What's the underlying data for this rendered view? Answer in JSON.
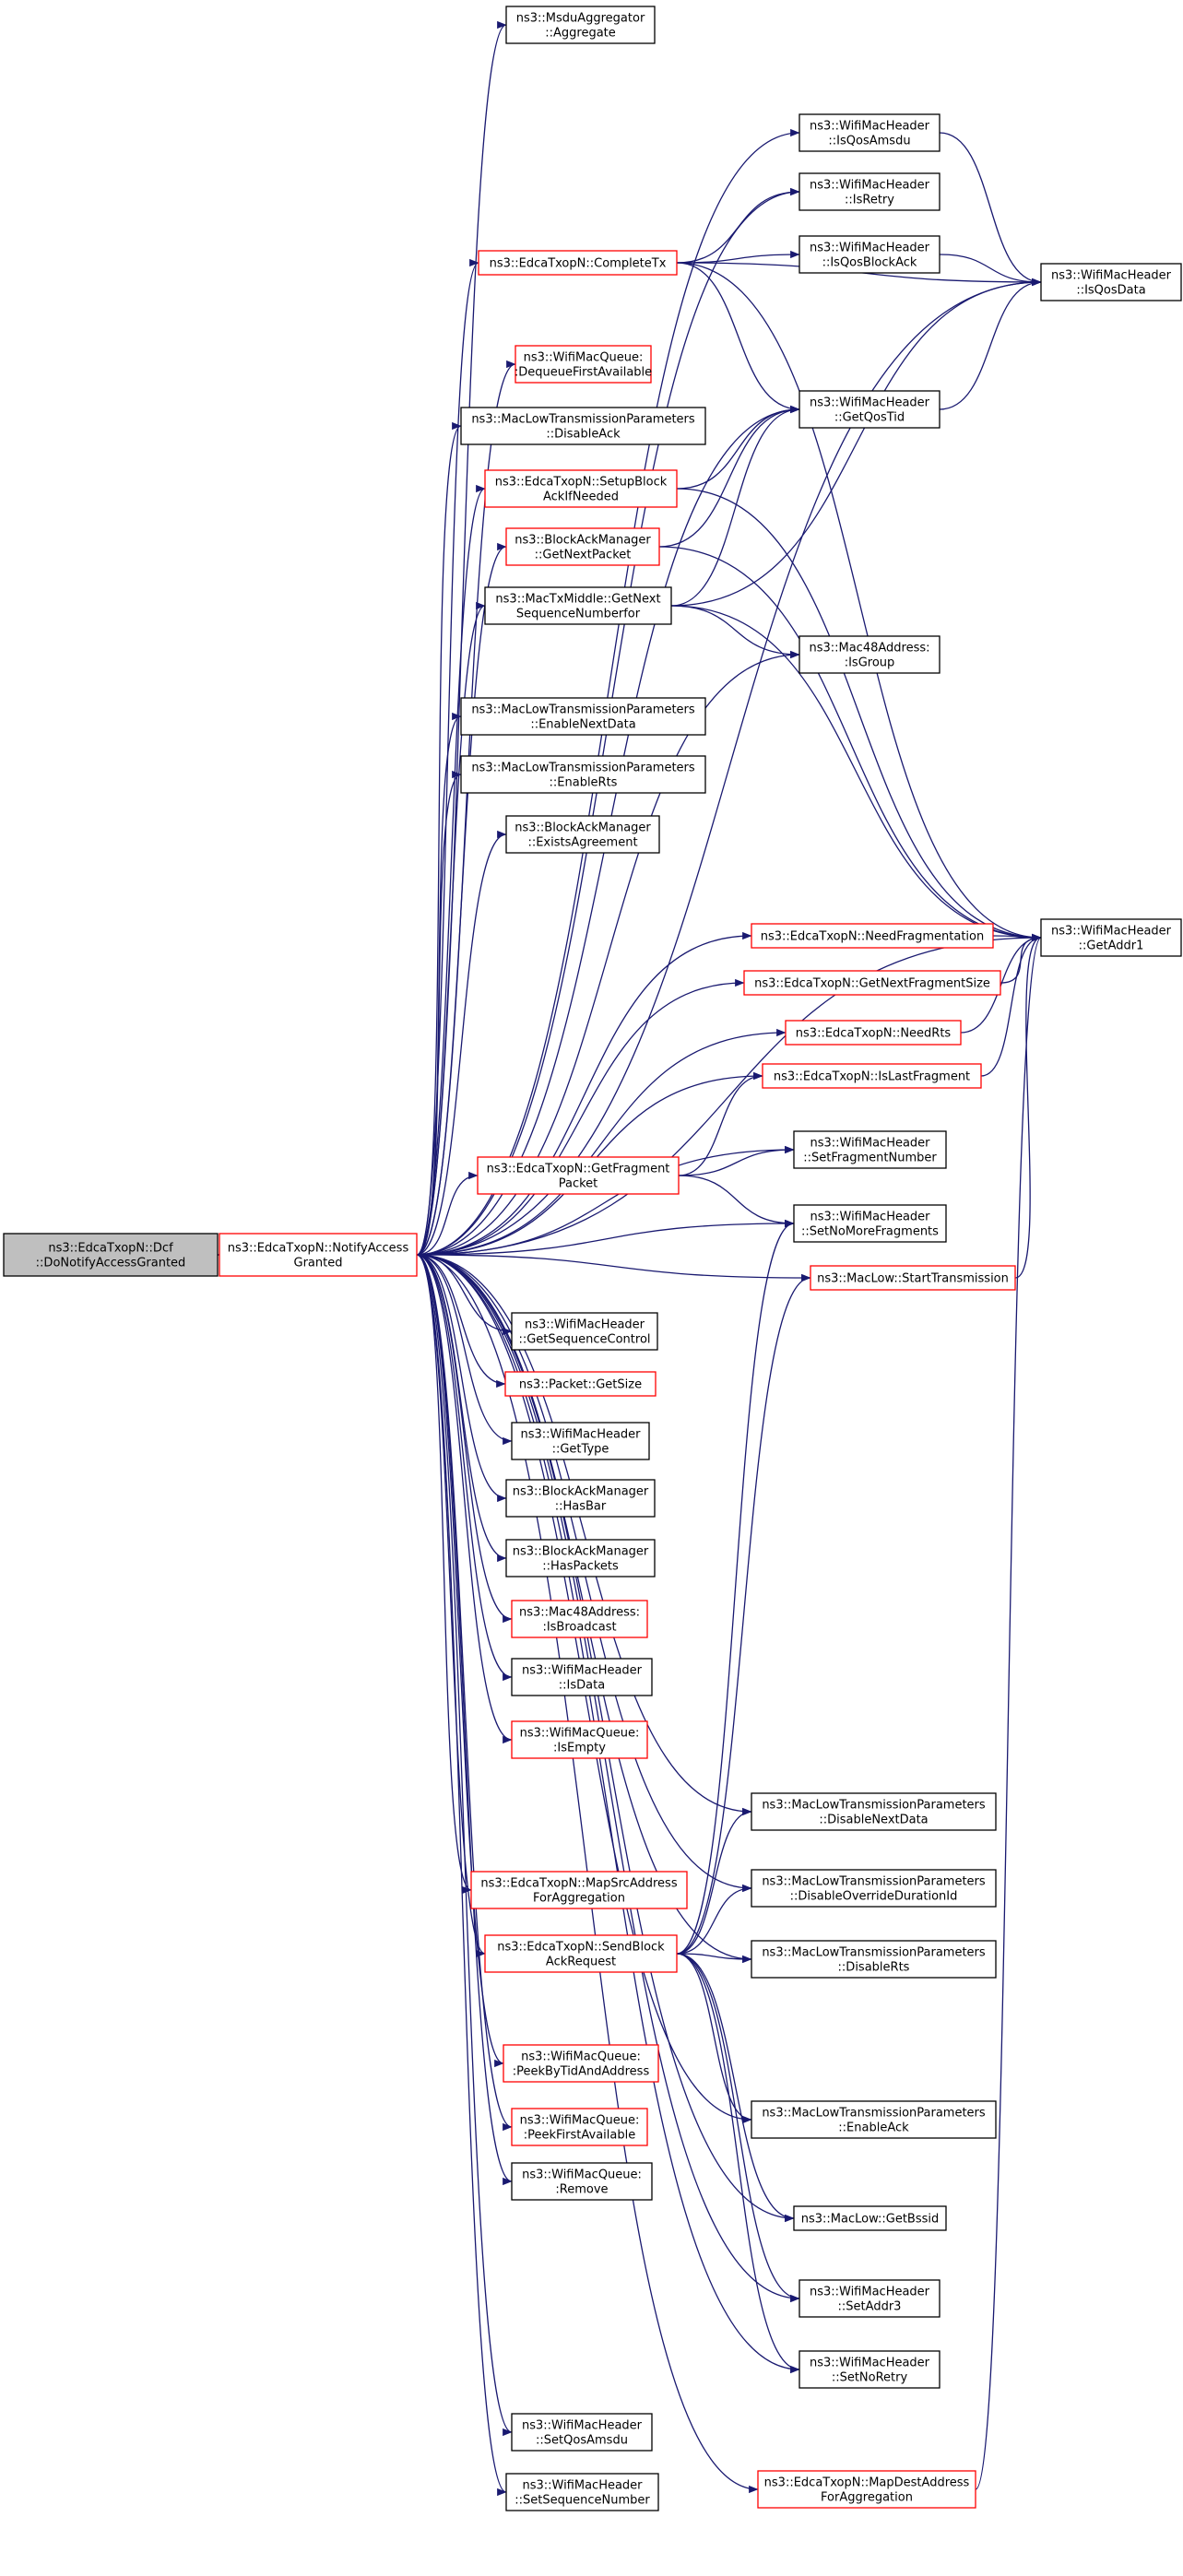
{
  "graph": {
    "edge_color": "#191970",
    "node_border_black": "#000000",
    "node_border_red": "#ff0000",
    "current_fill": "#bfbfbf",
    "nodes": [
      {
        "id": "dcf",
        "lines": [
          "ns3::EdcaTxopN::Dcf",
          "::DoNotifyAccessGranted"
        ],
        "style": "current"
      },
      {
        "id": "nag",
        "lines": [
          "ns3::EdcaTxopN::NotifyAccess",
          "Granted"
        ],
        "style": "red"
      },
      {
        "id": "msdu",
        "lines": [
          "ns3::MsduAggregator",
          "::Aggregate"
        ],
        "style": "black"
      },
      {
        "id": "isqosamsdu",
        "lines": [
          "ns3::WifiMacHeader",
          "::IsQosAmsdu"
        ],
        "style": "black"
      },
      {
        "id": "isretry",
        "lines": [
          "ns3::WifiMacHeader",
          "::IsRetry"
        ],
        "style": "black"
      },
      {
        "id": "completetx",
        "lines": [
          "ns3::EdcaTxopN::CompleteTx"
        ],
        "style": "red"
      },
      {
        "id": "isqosblockack",
        "lines": [
          "ns3::WifiMacHeader",
          "::IsQosBlockAck"
        ],
        "style": "black"
      },
      {
        "id": "isqosdata",
        "lines": [
          "ns3::WifiMacHeader",
          "::IsQosData"
        ],
        "style": "black"
      },
      {
        "id": "dequeue",
        "lines": [
          "ns3::WifiMacQueue:",
          ":DequeueFirstAvailable"
        ],
        "style": "red"
      },
      {
        "id": "getqostid",
        "lines": [
          "ns3::WifiMacHeader",
          "::GetQosTid"
        ],
        "style": "black"
      },
      {
        "id": "disableack",
        "lines": [
          "ns3::MacLowTransmissionParameters",
          "::DisableAck"
        ],
        "style": "black"
      },
      {
        "id": "setupblock",
        "lines": [
          "ns3::EdcaTxopN::SetupBlock",
          "AckIfNeeded"
        ],
        "style": "red"
      },
      {
        "id": "bamgetnext",
        "lines": [
          "ns3::BlockAckManager",
          "::GetNextPacket"
        ],
        "style": "red"
      },
      {
        "id": "mactxmiddle",
        "lines": [
          "ns3::MacTxMiddle::GetNext",
          "SequenceNumberfor"
        ],
        "style": "black"
      },
      {
        "id": "isgroup",
        "lines": [
          "ns3::Mac48Address:",
          ":IsGroup"
        ],
        "style": "black"
      },
      {
        "id": "enablenextdata",
        "lines": [
          "ns3::MacLowTransmissionParameters",
          "::EnableNextData"
        ],
        "style": "black"
      },
      {
        "id": "enablerts",
        "lines": [
          "ns3::MacLowTransmissionParameters",
          "::EnableRts"
        ],
        "style": "black"
      },
      {
        "id": "existsagreement",
        "lines": [
          "ns3::BlockAckManager",
          "::ExistsAgreement"
        ],
        "style": "black"
      },
      {
        "id": "needfrag",
        "lines": [
          "ns3::EdcaTxopN::NeedFragmentation"
        ],
        "style": "red"
      },
      {
        "id": "getaddr1",
        "lines": [
          "ns3::WifiMacHeader",
          "::GetAddr1"
        ],
        "style": "black"
      },
      {
        "id": "getnextfragsize",
        "lines": [
          "ns3::EdcaTxopN::GetNextFragmentSize"
        ],
        "style": "red"
      },
      {
        "id": "needrts",
        "lines": [
          "ns3::EdcaTxopN::NeedRts"
        ],
        "style": "red"
      },
      {
        "id": "islastfrag",
        "lines": [
          "ns3::EdcaTxopN::IsLastFragment"
        ],
        "style": "red"
      },
      {
        "id": "getfragpacket",
        "lines": [
          "ns3::EdcaTxopN::GetFragment",
          "Packet"
        ],
        "style": "red"
      },
      {
        "id": "setfragnum",
        "lines": [
          "ns3::WifiMacHeader",
          "::SetFragmentNumber"
        ],
        "style": "black"
      },
      {
        "id": "setnomorefrag",
        "lines": [
          "ns3::WifiMacHeader",
          "::SetNoMoreFragments"
        ],
        "style": "black"
      },
      {
        "id": "starttx",
        "lines": [
          "ns3::MacLow::StartTransmission"
        ],
        "style": "red"
      },
      {
        "id": "getseqctrl",
        "lines": [
          "ns3::WifiMacHeader",
          "::GetSequenceControl"
        ],
        "style": "black"
      },
      {
        "id": "packetgetsize",
        "lines": [
          "ns3::Packet::GetSize"
        ],
        "style": "red"
      },
      {
        "id": "gettype",
        "lines": [
          "ns3::WifiMacHeader",
          "::GetType"
        ],
        "style": "black"
      },
      {
        "id": "hasbar",
        "lines": [
          "ns3::BlockAckManager",
          "::HasBar"
        ],
        "style": "black"
      },
      {
        "id": "haspackets",
        "lines": [
          "ns3::BlockAckManager",
          "::HasPackets"
        ],
        "style": "black"
      },
      {
        "id": "isbroadcast",
        "lines": [
          "ns3::Mac48Address:",
          ":IsBroadcast"
        ],
        "style": "red"
      },
      {
        "id": "isdata",
        "lines": [
          "ns3::WifiMacHeader",
          "::IsData"
        ],
        "style": "black"
      },
      {
        "id": "isempty",
        "lines": [
          "ns3::WifiMacQueue:",
          ":IsEmpty"
        ],
        "style": "red"
      },
      {
        "id": "disablenextdata",
        "lines": [
          "ns3::MacLowTransmissionParameters",
          "::DisableNextData"
        ],
        "style": "black"
      },
      {
        "id": "mapsrc",
        "lines": [
          "ns3::EdcaTxopN::MapSrcAddress",
          "ForAggregation"
        ],
        "style": "red"
      },
      {
        "id": "disableoverride",
        "lines": [
          "ns3::MacLowTransmissionParameters",
          "::DisableOverrideDurationId"
        ],
        "style": "black"
      },
      {
        "id": "sendblockack",
        "lines": [
          "ns3::EdcaTxopN::SendBlock",
          "AckRequest"
        ],
        "style": "red"
      },
      {
        "id": "disablerts",
        "lines": [
          "ns3::MacLowTransmissionParameters",
          "::DisableRts"
        ],
        "style": "black"
      },
      {
        "id": "peekbytid",
        "lines": [
          "ns3::WifiMacQueue:",
          ":PeekByTidAndAddress"
        ],
        "style": "red"
      },
      {
        "id": "enableack",
        "lines": [
          "ns3::MacLowTransmissionParameters",
          "::EnableAck"
        ],
        "style": "black"
      },
      {
        "id": "peekfirst",
        "lines": [
          "ns3::WifiMacQueue:",
          ":PeekFirstAvailable"
        ],
        "style": "red"
      },
      {
        "id": "getbssid",
        "lines": [
          "ns3::MacLow::GetBssid"
        ],
        "style": "black"
      },
      {
        "id": "remove",
        "lines": [
          "ns3::WifiMacQueue:",
          ":Remove"
        ],
        "style": "black"
      },
      {
        "id": "setaddr3",
        "lines": [
          "ns3::WifiMacHeader",
          "::SetAddr3"
        ],
        "style": "black"
      },
      {
        "id": "setnoretry",
        "lines": [
          "ns3::WifiMacHeader",
          "::SetNoRetry"
        ],
        "style": "black"
      },
      {
        "id": "setqosamsdu",
        "lines": [
          "ns3::WifiMacHeader",
          "::SetQosAmsdu"
        ],
        "style": "black"
      },
      {
        "id": "setseqnum",
        "lines": [
          "ns3::WifiMacHeader",
          "::SetSequenceNumber"
        ],
        "style": "black"
      },
      {
        "id": "mapdest",
        "lines": [
          "ns3::EdcaTxopN::MapDestAddress",
          "ForAggregation"
        ],
        "style": "red"
      }
    ],
    "edges": [
      [
        "dcf",
        "nag"
      ],
      [
        "nag",
        "msdu"
      ],
      [
        "nag",
        "isqosdata"
      ],
      [
        "nag",
        "isqosamsdu"
      ],
      [
        "nag",
        "isretry"
      ],
      [
        "nag",
        "completetx"
      ],
      [
        "nag",
        "getqostid"
      ],
      [
        "nag",
        "dequeue"
      ],
      [
        "nag",
        "disableack"
      ],
      [
        "nag",
        "setupblock"
      ],
      [
        "nag",
        "bamgetnext"
      ],
      [
        "nag",
        "mactxmiddle"
      ],
      [
        "nag",
        "getaddr1"
      ],
      [
        "nag",
        "isgroup"
      ],
      [
        "nag",
        "enablenextdata"
      ],
      [
        "nag",
        "enablerts"
      ],
      [
        "nag",
        "existsagreement"
      ],
      [
        "nag",
        "needfrag"
      ],
      [
        "nag",
        "getnextfragsize"
      ],
      [
        "nag",
        "needrts"
      ],
      [
        "nag",
        "islastfrag"
      ],
      [
        "nag",
        "setfragnum"
      ],
      [
        "nag",
        "getfragpacket"
      ],
      [
        "nag",
        "setnomorefrag"
      ],
      [
        "nag",
        "starttx"
      ],
      [
        "nag",
        "getseqctrl"
      ],
      [
        "nag",
        "packetgetsize"
      ],
      [
        "nag",
        "gettype"
      ],
      [
        "nag",
        "hasbar"
      ],
      [
        "nag",
        "haspackets"
      ],
      [
        "nag",
        "isbroadcast"
      ],
      [
        "nag",
        "isdata"
      ],
      [
        "nag",
        "isempty"
      ],
      [
        "nag",
        "disablenextdata"
      ],
      [
        "nag",
        "disableoverride"
      ],
      [
        "nag",
        "mapsrc"
      ],
      [
        "nag",
        "sendblockack"
      ],
      [
        "nag",
        "disablerts"
      ],
      [
        "nag",
        "peekbytid"
      ],
      [
        "nag",
        "peekfirst"
      ],
      [
        "nag",
        "remove"
      ],
      [
        "nag",
        "enableack"
      ],
      [
        "nag",
        "getbssid"
      ],
      [
        "nag",
        "setaddr3"
      ],
      [
        "nag",
        "setnoretry"
      ],
      [
        "nag",
        "setqosamsdu"
      ],
      [
        "nag",
        "setseqnum"
      ],
      [
        "nag",
        "mapdest"
      ],
      [
        "isqosamsdu",
        "isqosdata"
      ],
      [
        "isqosblockack",
        "isqosdata"
      ],
      [
        "completetx",
        "isretry"
      ],
      [
        "completetx",
        "isqosblockack"
      ],
      [
        "completetx",
        "isqosdata"
      ],
      [
        "completetx",
        "getqostid"
      ],
      [
        "completetx",
        "getaddr1"
      ],
      [
        "getqostid",
        "isqosdata"
      ],
      [
        "setupblock",
        "getqostid"
      ],
      [
        "setupblock",
        "getaddr1"
      ],
      [
        "bamgetnext",
        "getqostid"
      ],
      [
        "bamgetnext",
        "getaddr1"
      ],
      [
        "mactxmiddle",
        "getqostid"
      ],
      [
        "mactxmiddle",
        "isqosdata"
      ],
      [
        "mactxmiddle",
        "getaddr1"
      ],
      [
        "mactxmiddle",
        "isgroup"
      ],
      [
        "needfrag",
        "getaddr1"
      ],
      [
        "getnextfragsize",
        "getaddr1"
      ],
      [
        "needrts",
        "getaddr1"
      ],
      [
        "islastfrag",
        "getaddr1"
      ],
      [
        "getfragpacket",
        "islastfrag"
      ],
      [
        "getfragpacket",
        "setfragnum"
      ],
      [
        "getfragpacket",
        "setnomorefrag"
      ],
      [
        "starttx",
        "getaddr1"
      ],
      [
        "sendblockack",
        "setnomorefrag"
      ],
      [
        "sendblockack",
        "starttx"
      ],
      [
        "sendblockack",
        "disablenextdata"
      ],
      [
        "sendblockack",
        "disableoverride"
      ],
      [
        "sendblockack",
        "disablerts"
      ],
      [
        "sendblockack",
        "enableack"
      ],
      [
        "sendblockack",
        "getbssid"
      ],
      [
        "sendblockack",
        "setaddr3"
      ],
      [
        "sendblockack",
        "setnoretry"
      ],
      [
        "mapdest",
        "getaddr1"
      ]
    ]
  }
}
